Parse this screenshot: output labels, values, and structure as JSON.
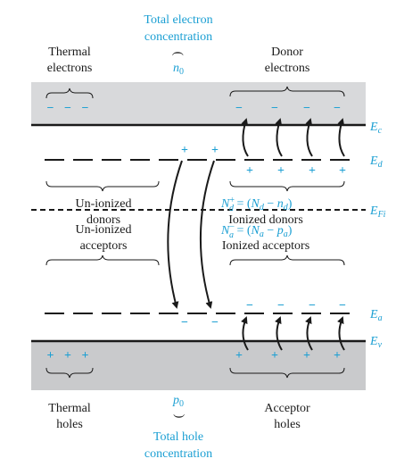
{
  "top_label": {
    "line1": "Total electron",
    "line2": "concentration",
    "paren": "(",
    "symbol": "n0"
  },
  "bottom_label": {
    "symbol": "p0",
    "paren": "(",
    "line1": "Total hole",
    "line2": "concentration"
  },
  "thermal_electrons": {
    "line1": "Thermal",
    "line2": "electrons"
  },
  "donor_electrons": {
    "line1": "Donor",
    "line2": "electrons"
  },
  "thermal_holes": {
    "line1": "Thermal",
    "line2": "holes"
  },
  "acceptor_holes": {
    "line1": "Acceptor",
    "line2": "holes"
  },
  "unionized_donors": {
    "line1": "Un-ionized",
    "line2": "donors"
  },
  "ionized_donors": {
    "formula": "N_d^+ = (N_d − n_d)",
    "caption": "Ionized donors"
  },
  "unionized_acceptors": {
    "line1": "Un-ionized",
    "line2": "acceptors"
  },
  "ionized_acceptors": {
    "formula": "N_a^− = (N_a − p_a)",
    "caption": "Ionized acceptors"
  },
  "energy_levels": {
    "Ec": "Ec",
    "Ed": "Ed",
    "EFi": "EFi",
    "Ea": "Ea",
    "Ev": "Ev"
  },
  "symbols": {
    "minus": "−",
    "plus": "+"
  },
  "colors": {
    "accent": "#1b9fd3",
    "band": "#d8d9db",
    "dark": "#1a1a1a"
  }
}
